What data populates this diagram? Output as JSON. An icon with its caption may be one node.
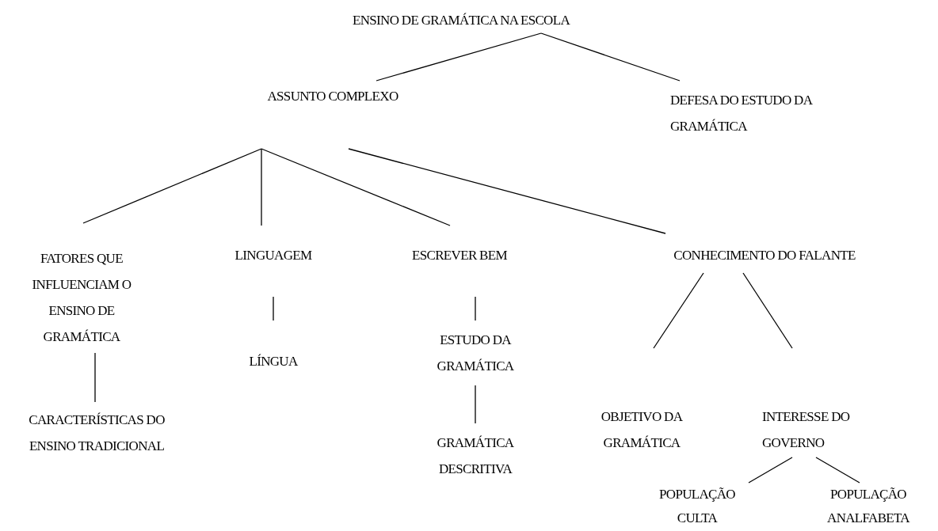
{
  "diagram": {
    "nodes": [
      {
        "text": [
          "ENSINO DE GRAMÁTICA NA ESCOLA"
        ]
      },
      {
        "text": [
          "ASSUNTO COMPLEXO"
        ]
      },
      {
        "text": [
          "DEFESA DO ESTUDO DA GRAMÁTICA"
        ]
      },
      {
        "text": [
          "FATORES QUE INFLUENCIAM O ENSINO DE GRAMÁTICA"
        ]
      },
      {
        "text": [
          "LINGUAGEM"
        ]
      },
      {
        "text": [
          "ESCREVER BEM"
        ]
      },
      {
        "text": [
          "CONHECIMENTO DO FALANTE"
        ]
      },
      {
        "text": [
          "CARACTERÍSTICAS DO ENSINO TRADICIONAL"
        ]
      },
      {
        "text": [
          "LÍNGUA"
        ]
      },
      {
        "text": [
          "ESTUDO DA GRAMÁTICA"
        ]
      },
      {
        "text": [
          "GRAMÁTICA DESCRITIVA"
        ]
      },
      {
        "text": [
          "OBJETIVO DA GRAMÁTICA"
        ]
      },
      {
        "text": [
          "INTERESSE DO GOVERNO"
        ]
      },
      {
        "text": [
          "POPULAÇÃO CULTA"
        ]
      },
      {
        "text": [
          "POPULAÇÃO ANALFABETA"
        ]
      }
    ],
    "edges": [
      {
        "from": 0,
        "to": 1,
        "arrow": "none"
      },
      {
        "from": 0,
        "to": 2,
        "arrow": "none"
      },
      {
        "from": 1,
        "to": 3,
        "arrow": "none"
      },
      {
        "from": 1,
        "to": 4,
        "arrow": "none"
      },
      {
        "from": 1,
        "to": 5,
        "arrow": "none"
      },
      {
        "from": 1,
        "to": 6,
        "arrow": "none"
      },
      {
        "from": 3,
        "to": 7,
        "arrow": "none"
      },
      {
        "from": 4,
        "to": 8,
        "arrow": "none"
      },
      {
        "from": 5,
        "to": 9,
        "arrow": "none"
      },
      {
        "from": 9,
        "to": 10,
        "arrow": "none"
      },
      {
        "from": 6,
        "to": 11,
        "arrow": "none"
      },
      {
        "from": 6,
        "to": 12,
        "arrow": "none"
      },
      {
        "from": 12,
        "to": 13,
        "arrow": "none"
      },
      {
        "from": 12,
        "to": 14,
        "arrow": "none"
      }
    ]
  }
}
